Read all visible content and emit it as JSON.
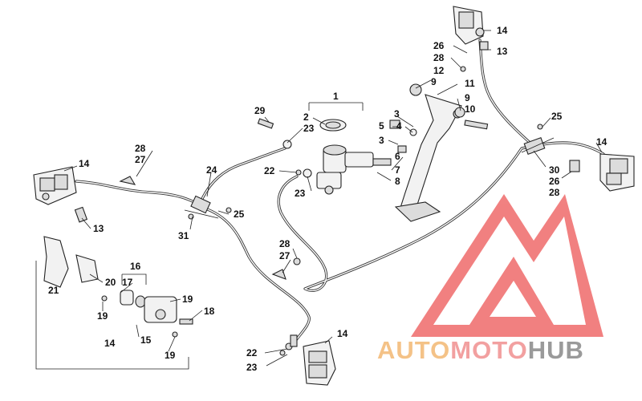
{
  "diagram": {
    "labels": [
      {
        "id": "l1",
        "text": "1"
      },
      {
        "id": "l2",
        "text": "2"
      },
      {
        "id": "l23a",
        "text": "23"
      },
      {
        "id": "l29",
        "text": "29"
      },
      {
        "id": "l22a",
        "text": "22"
      },
      {
        "id": "l23b",
        "text": "23"
      },
      {
        "id": "l3a",
        "text": "3"
      },
      {
        "id": "l5",
        "text": "5"
      },
      {
        "id": "l4",
        "text": "4"
      },
      {
        "id": "l3b",
        "text": "3"
      },
      {
        "id": "l6",
        "text": "6"
      },
      {
        "id": "l7",
        "text": "7"
      },
      {
        "id": "l8",
        "text": "8"
      },
      {
        "id": "l26a",
        "text": "26"
      },
      {
        "id": "l28a",
        "text": "28"
      },
      {
        "id": "l12",
        "text": "12"
      },
      {
        "id": "l9a",
        "text": "9"
      },
      {
        "id": "l11",
        "text": "11"
      },
      {
        "id": "l9b",
        "text": "9"
      },
      {
        "id": "l10",
        "text": "10"
      },
      {
        "id": "l14a",
        "text": "14"
      },
      {
        "id": "l13a",
        "text": "13"
      },
      {
        "id": "l25a",
        "text": "25"
      },
      {
        "id": "l14b",
        "text": "14"
      },
      {
        "id": "l30",
        "text": "30"
      },
      {
        "id": "l26b",
        "text": "26"
      },
      {
        "id": "l28b",
        "text": "28"
      },
      {
        "id": "l28c",
        "text": "28"
      },
      {
        "id": "l27a",
        "text": "27"
      },
      {
        "id": "l14c",
        "text": "14"
      },
      {
        "id": "l13b",
        "text": "13"
      },
      {
        "id": "l24",
        "text": "24"
      },
      {
        "id": "l25b",
        "text": "25"
      },
      {
        "id": "l31",
        "text": "31"
      },
      {
        "id": "l28d",
        "text": "28"
      },
      {
        "id": "l27b",
        "text": "27"
      },
      {
        "id": "l16",
        "text": "16"
      },
      {
        "id": "l20",
        "text": "20"
      },
      {
        "id": "l17",
        "text": "17"
      },
      {
        "id": "l21",
        "text": "21"
      },
      {
        "id": "l19a",
        "text": "19"
      },
      {
        "id": "l18",
        "text": "18"
      },
      {
        "id": "l19b",
        "text": "19"
      },
      {
        "id": "l15",
        "text": "15"
      },
      {
        "id": "l14d",
        "text": "14"
      },
      {
        "id": "l19c",
        "text": "19"
      },
      {
        "id": "l22b",
        "text": "22"
      },
      {
        "id": "l23c",
        "text": "23"
      },
      {
        "id": "l14e",
        "text": "14"
      }
    ]
  },
  "watermark": {
    "word1": "AUTO",
    "word2": "MOTO",
    "word3": "HUB",
    "color_auto": "#f4c287",
    "color_moto": "#f2a0a0",
    "color_hub": "#9a9a9a",
    "logo_color": "#ef6b6b"
  }
}
